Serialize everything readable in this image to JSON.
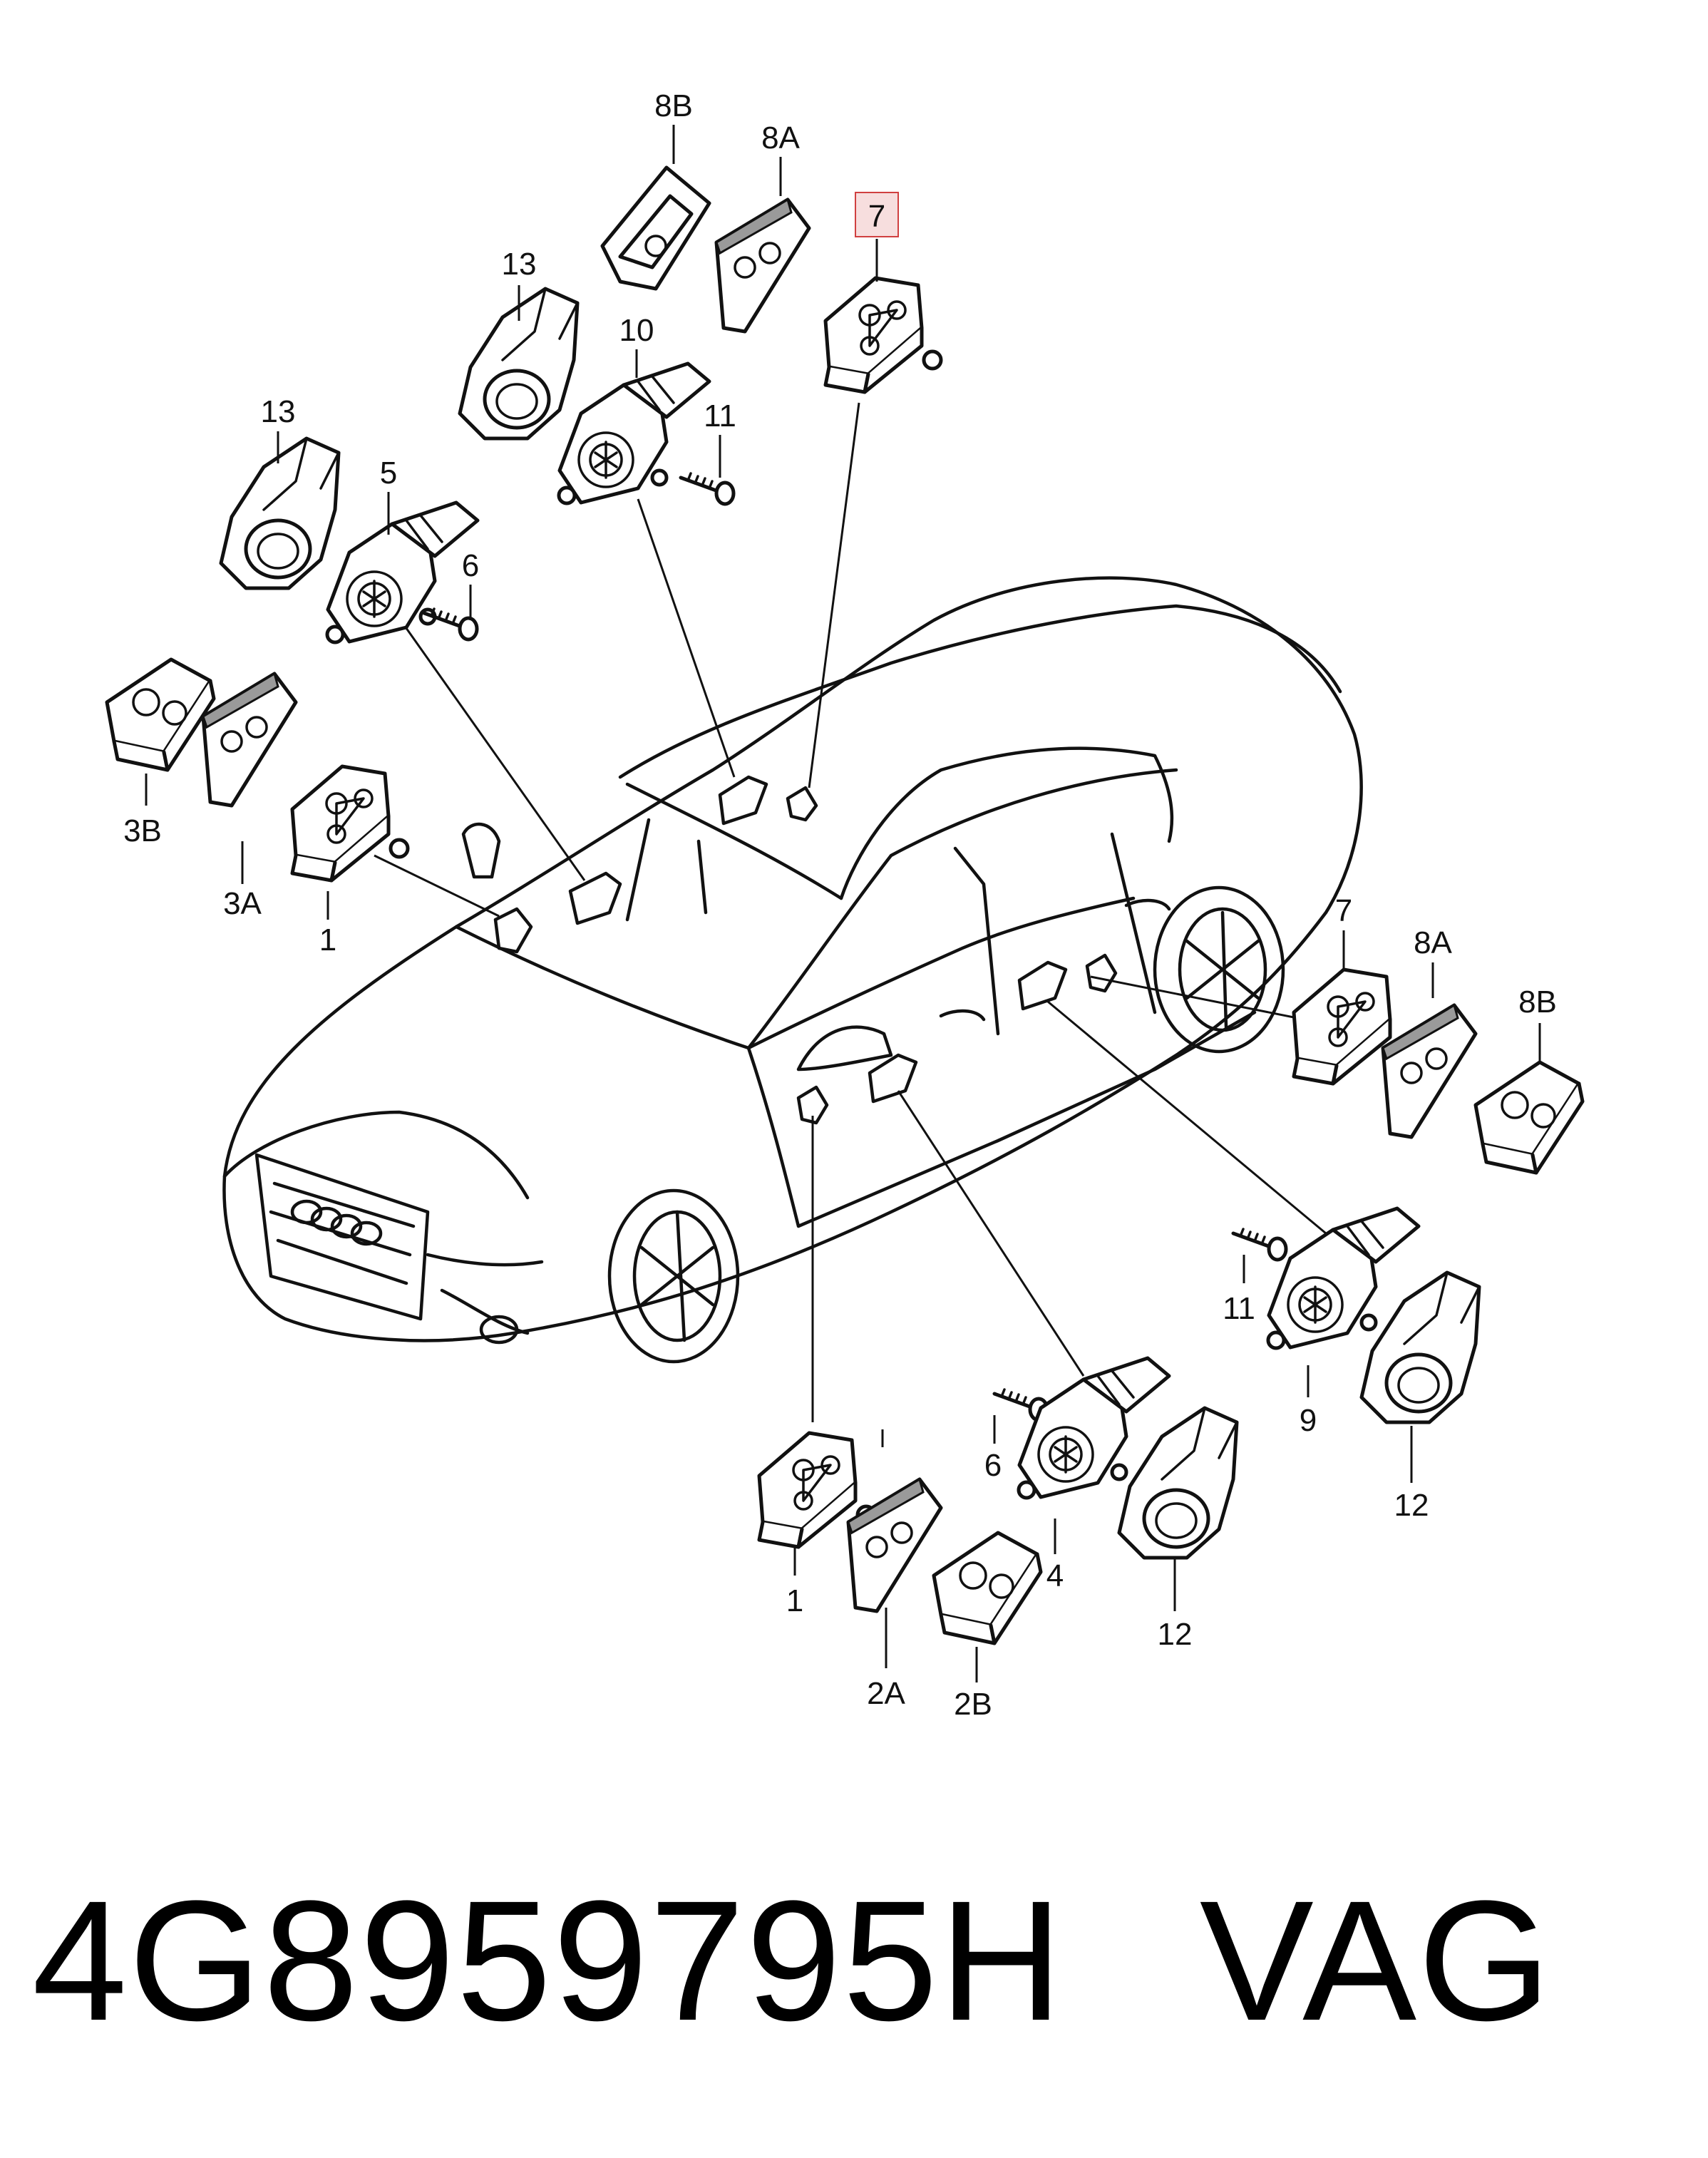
{
  "callouts": {
    "c8B_top": "8B",
    "c8A_top": "8A",
    "c7_top": "7",
    "c13_a": "13",
    "c10": "10",
    "c11_top": "11",
    "c13_b": "13",
    "c5": "5",
    "c6_top": "6",
    "c3B": "3B",
    "c3A": "3A",
    "c1_left": "1",
    "c7_right": "7",
    "c8A_right": "8A",
    "c8B_right": "8B",
    "c11_right": "11",
    "c9": "9",
    "c12_right": "12",
    "c6_bottom": "6",
    "c4": "4",
    "c12_bottom": "12",
    "c1_bottom": "1",
    "c2A": "2A",
    "c2B": "2B"
  },
  "highlight_color": "#e8a0a0",
  "caption": {
    "part_number": "4G8959795H",
    "brand": "VAG"
  }
}
